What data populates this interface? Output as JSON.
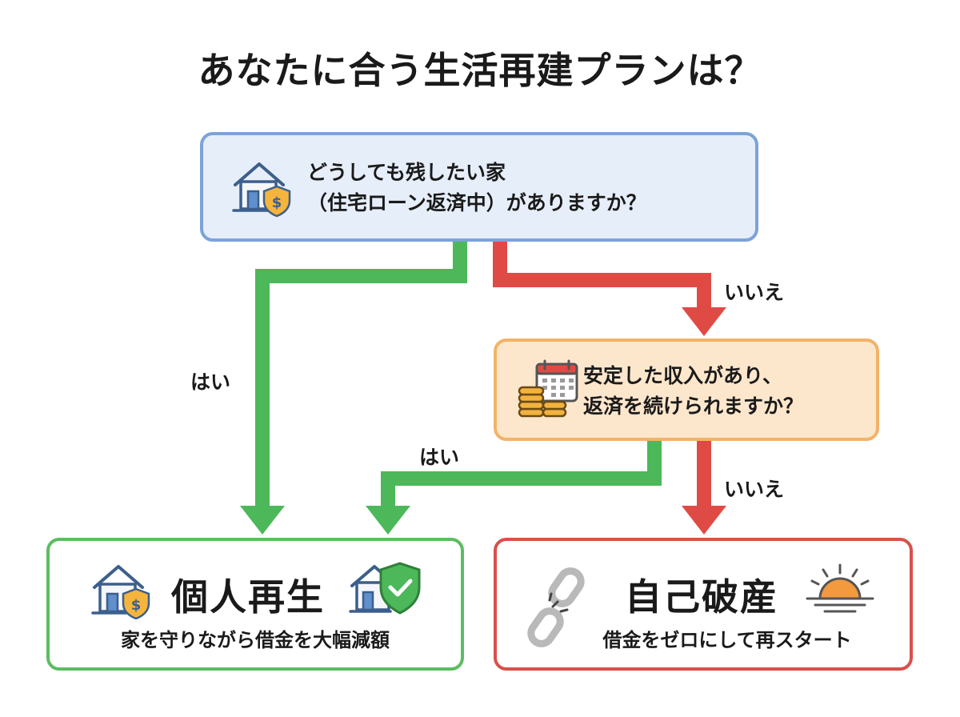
{
  "title": "あなたに合う生活再建プランは？",
  "question1": {
    "line1": "どうしても残したい家",
    "line2": "（住宅ローン返済中）がありますか？"
  },
  "question2": {
    "line1": "安定した収入があり、",
    "line2": "返済を続けられますか？"
  },
  "labels": {
    "yes1": "はい",
    "no1": "いいえ",
    "yes2": "はい",
    "no2": "いいえ"
  },
  "result1": {
    "title": "個人再生",
    "subtitle": "家を守りながら借金を大幅減額"
  },
  "result2": {
    "title": "自己破産",
    "subtitle": "借金をゼロにして再スタート"
  },
  "icons": {
    "q1": "house-shield-dollar-icon",
    "q2": "calendar-coins-icon",
    "r1_left": "house-shield-dollar-icon",
    "r1_right": "house-shield-check-icon",
    "r2_left": "broken-chain-icon",
    "r2_right": "sunrise-icon"
  },
  "colors": {
    "yes": "#4cb85a",
    "no": "#e04a44",
    "q1_border": "#7ba3d8",
    "q1_fill": "#e6eefa",
    "q2_border": "#f2b369",
    "q2_fill": "#fde7cc"
  }
}
